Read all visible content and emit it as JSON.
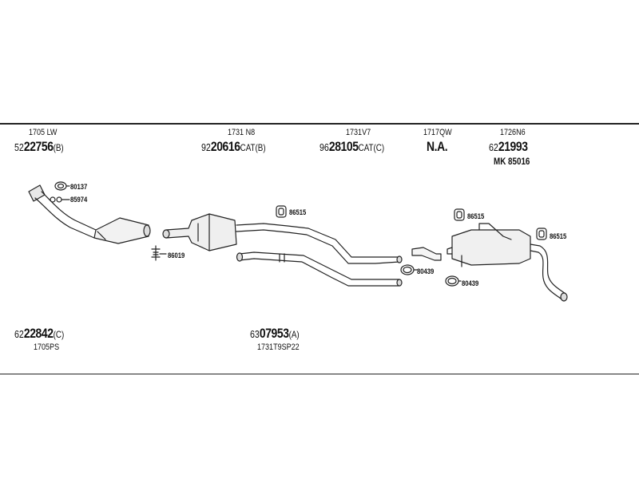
{
  "top_row": [
    {
      "code": "1705 LW",
      "part_prefix": "52",
      "part_number": "22756",
      "part_suffix": "(B)"
    },
    {
      "code": "1731 N8",
      "part_prefix": "92",
      "part_number": "20616",
      "part_suffix": "CAT(B)"
    },
    {
      "code": "1731V7",
      "part_prefix": "96",
      "part_number": "28105",
      "part_suffix": "CAT(C)"
    },
    {
      "code": "1717QW",
      "part_prefix": "",
      "part_number": "N.A.",
      "part_suffix": ""
    },
    {
      "code": "1726N6",
      "part_prefix": "62",
      "part_number": "21993",
      "part_suffix": ""
    }
  ],
  "mk_label": "MK  85016",
  "bottom_row": [
    {
      "code": "1705PS",
      "part_prefix": "62",
      "part_number": "22842",
      "part_suffix": "(C)"
    },
    {
      "code": "1731T9SP22",
      "part_prefix": "63",
      "part_number": "07953",
      "part_suffix": "(A)"
    }
  ],
  "callouts": {
    "c80137": "80137",
    "c85974": "85974",
    "c86019": "86019",
    "c86515a": "86515",
    "c80439a": "80439",
    "c86515b": "86515",
    "c80439b": "80439",
    "c86515c": "86515"
  }
}
